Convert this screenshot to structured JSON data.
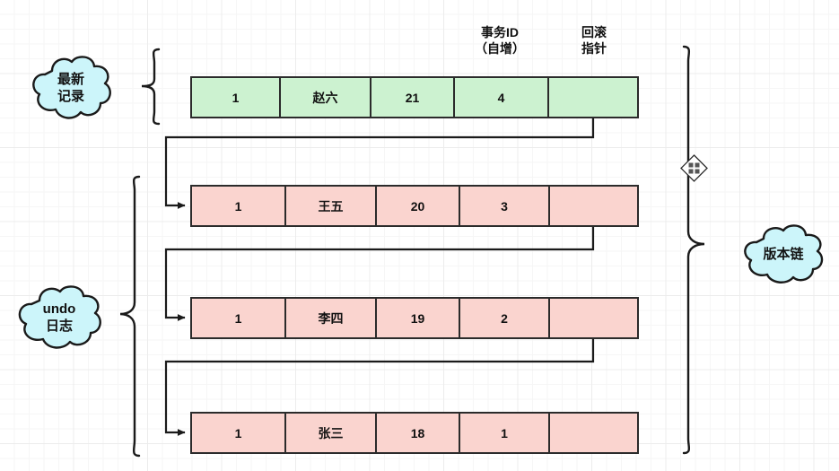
{
  "diagram": {
    "title_semantics": "MySQL MVCC undo log version chain",
    "colors": {
      "latest_row_fill": "#ccf2d0",
      "undo_row_fill": "#fad4cf",
      "row_stroke": "#2b2b2b",
      "cloud_fill": "#ccf5fa",
      "cloud_stroke": "#1a1a1a",
      "connector": "#1a1a1a",
      "grid_minor": "#f6f6f6",
      "grid_major": "#ececec",
      "background": "#ffffff"
    }
  },
  "columns": [
    {
      "name": "id",
      "annotation": ""
    },
    {
      "name": "name",
      "annotation": ""
    },
    {
      "name": "age",
      "annotation": ""
    },
    {
      "name": "trx_id",
      "annotation": "事务ID\n（自增）"
    },
    {
      "name": "roll_pointer",
      "annotation": "回滚\n指针"
    }
  ],
  "rows": [
    {
      "kind": "latest",
      "cells": {
        "id": "1",
        "name": "赵六",
        "age": "21",
        "trx_id": "4",
        "roll_pointer": ""
      }
    },
    {
      "kind": "undo",
      "cells": {
        "id": "1",
        "name": "王五",
        "age": "20",
        "trx_id": "3",
        "roll_pointer": ""
      }
    },
    {
      "kind": "undo",
      "cells": {
        "id": "1",
        "name": "李四",
        "age": "19",
        "trx_id": "2",
        "roll_pointer": ""
      }
    },
    {
      "kind": "undo",
      "cells": {
        "id": "1",
        "name": "张三",
        "age": "18",
        "trx_id": "1",
        "roll_pointer": ""
      }
    }
  ],
  "clouds": {
    "latest_record": "最新\n记录",
    "undo_log": "undo\n日志",
    "version_chain": "版本链"
  },
  "braces": {
    "latest_group": "brace-latest-record",
    "undo_group": "brace-undo-log",
    "version_chain_group": "brace-version-chain"
  },
  "cursor": {
    "icon": "move-cursor-icon"
  }
}
